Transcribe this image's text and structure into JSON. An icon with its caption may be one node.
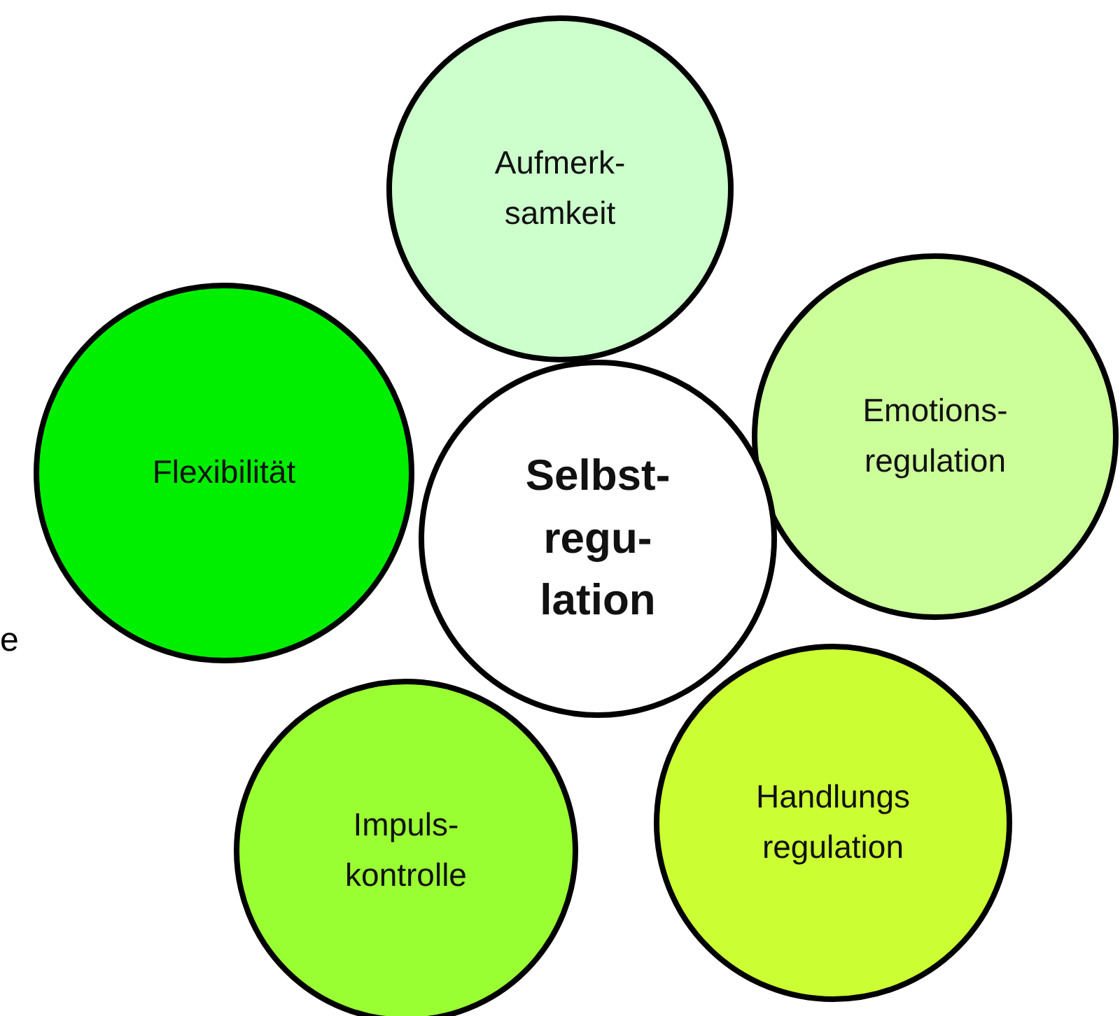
{
  "diagram": {
    "nodes": [
      {
        "text": [
          "Selbst- regu- lation"
        ]
      },
      {
        "text": [
          "Aufmerk- samkeit"
        ]
      },
      {
        "text": [
          "Emotions- regulation"
        ]
      },
      {
        "text": [
          "Handlungs regulation"
        ]
      },
      {
        "text": [
          "Impuls- kontrolle"
        ]
      },
      {
        "text": [
          "Flexibilität"
        ]
      }
    ],
    "edges": [],
    "labels": [
      "e"
    ]
  }
}
